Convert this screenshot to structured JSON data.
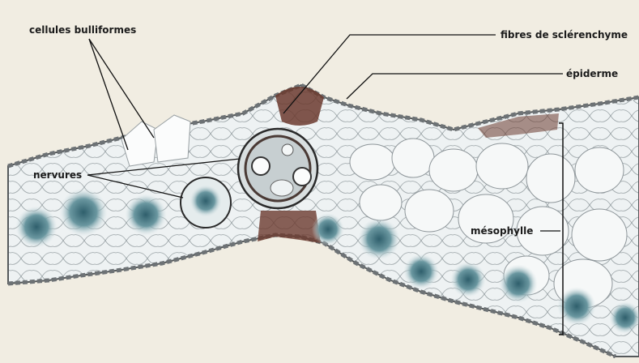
{
  "labels": {
    "bulliform": "cellules bulliformes",
    "fibers": "fibres de sclérenchyme",
    "epidermis": "épiderme",
    "veins": "nervures",
    "mesophyll": "mésophylle"
  },
  "colors": {
    "background": "#f1ede2",
    "tissue": "#e8eef0",
    "cell_wall": "#7a7f82",
    "vascular": "#3c6e7c",
    "sclerenchyma": "#6b3a2e",
    "leader_line": "#111111"
  }
}
